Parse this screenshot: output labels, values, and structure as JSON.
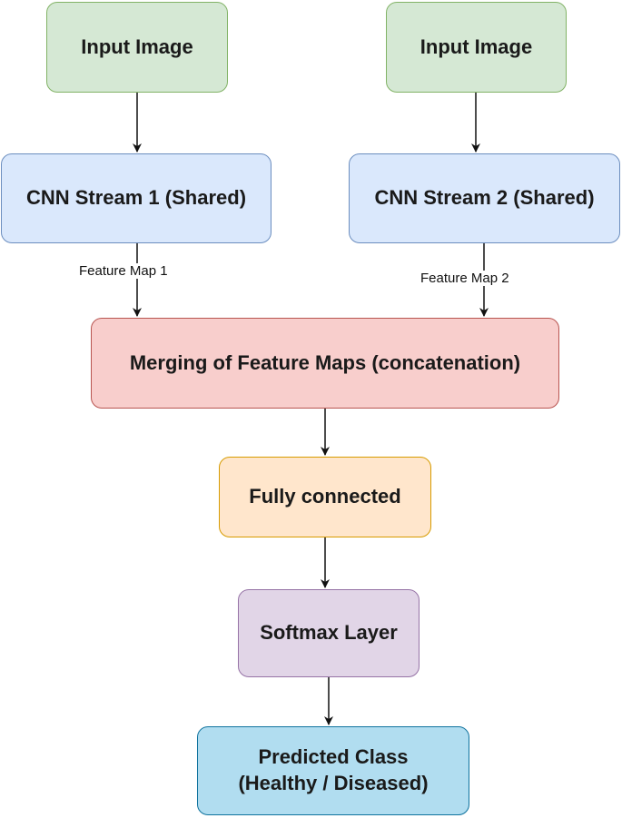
{
  "nodes": {
    "input1": "Input Image",
    "input2": "Input Image",
    "cnn1": "CNN Stream 1 (Shared)",
    "cnn2": "CNN Stream 2 (Shared)",
    "merge": "Merging of Feature Maps (concatenation)",
    "fc": "Fully connected",
    "softmax": "Softmax Layer",
    "pred_line1": "Predicted Class",
    "pred_line2": "(Healthy / Diseased)"
  },
  "edge_labels": {
    "fm1": "Feature Map 1",
    "fm2": "Feature Map 2"
  },
  "colors": {
    "green_fill": "#d5e8d4",
    "blue_fill": "#dae8fc",
    "red_fill": "#f8cecc",
    "orange_fill": "#ffe6cc",
    "purple_fill": "#e1d5e7",
    "cyan_fill": "#b1ddf0"
  }
}
